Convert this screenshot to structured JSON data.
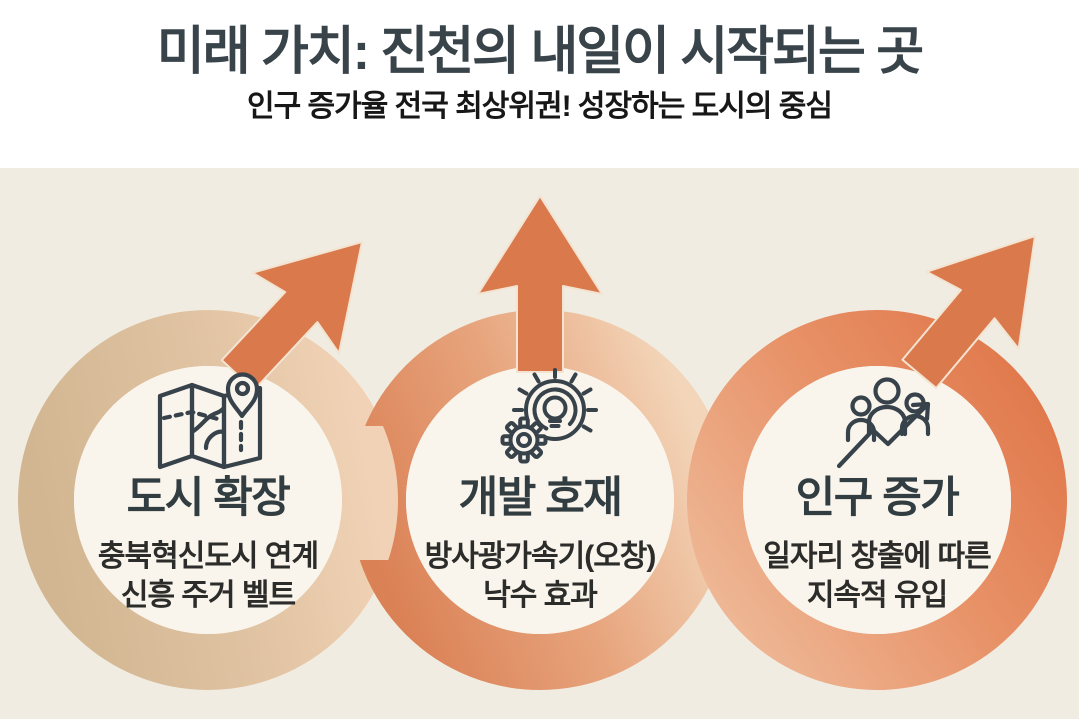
{
  "header": {
    "title": "미래 가치: 진천의 내일이 시작되는 곳",
    "subtitle": "인구 증가율 전국 최상위권! 성장하는 도시의 중심"
  },
  "items": [
    {
      "icon": "map-location-icon",
      "heading": "도시 확장",
      "lines": [
        "충북혁신도시 연계",
        "신흥 주거 벨트"
      ]
    },
    {
      "icon": "idea-gear-icon",
      "heading": "개발 호재",
      "lines": [
        "방사광가속기(오창)",
        "낙수 효과"
      ]
    },
    {
      "icon": "people-growth-icon",
      "heading": "인구 증가",
      "lines": [
        "일자리 창출에 따른",
        "지속적 유입"
      ]
    }
  ],
  "colors": {
    "header_background": "#ffffff",
    "panel_background": "#f1ece1",
    "title_text": "#39444a",
    "subtitle_text": "#171717",
    "heading_text": "#323d41",
    "body_text": "#2c2c2a",
    "icon_stroke": "#37424a",
    "arrow_orange": "#d9794c",
    "ring_tan_start": "#d2b691",
    "ring_tan_end": "#f1d2b6",
    "ring_salmon_start": "#db8156",
    "ring_salmon_end": "#f3d6ba",
    "ring_coral_start": "#eeb896",
    "ring_coral_end": "#e0794c",
    "inner_circle_fill": "#f9f5ec"
  }
}
